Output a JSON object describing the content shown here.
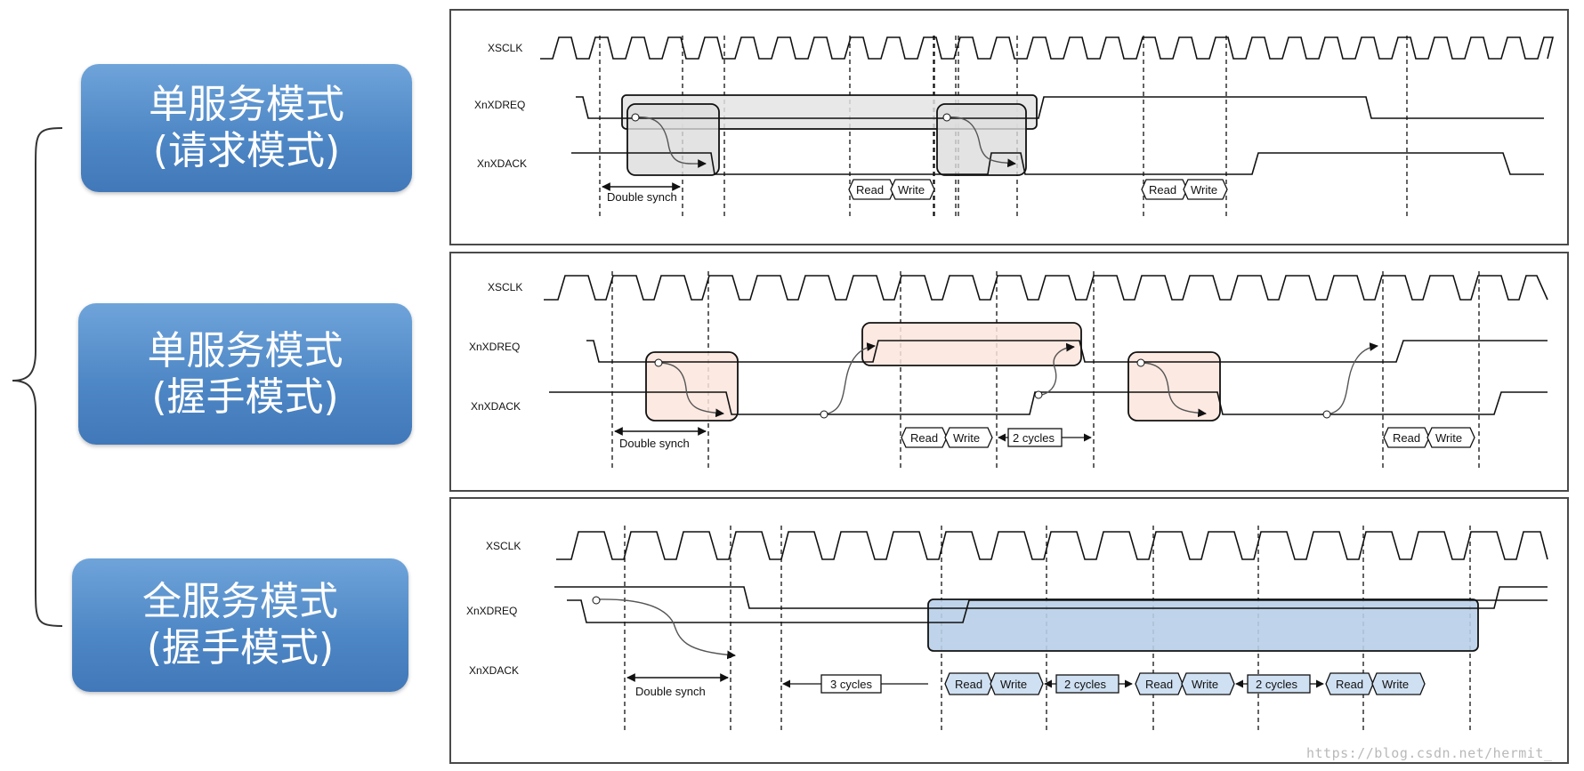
{
  "modes": [
    {
      "title": "单服务模式",
      "subtitle": "(请求模式)"
    },
    {
      "title": "单服务模式",
      "subtitle": "(握手模式)"
    },
    {
      "title": "全服务模式",
      "subtitle": "(握手模式)"
    }
  ],
  "signals": {
    "clock": "XSCLK",
    "request": "XnXDREQ",
    "ack": "XnXDACK"
  },
  "labels": {
    "double_synch": "Double synch",
    "read": "Read",
    "write": "Write",
    "two_cycles": "2 cycles",
    "three_cycles": "3 cycles"
  },
  "watermark": "https://blog.csdn.net/hermit_"
}
